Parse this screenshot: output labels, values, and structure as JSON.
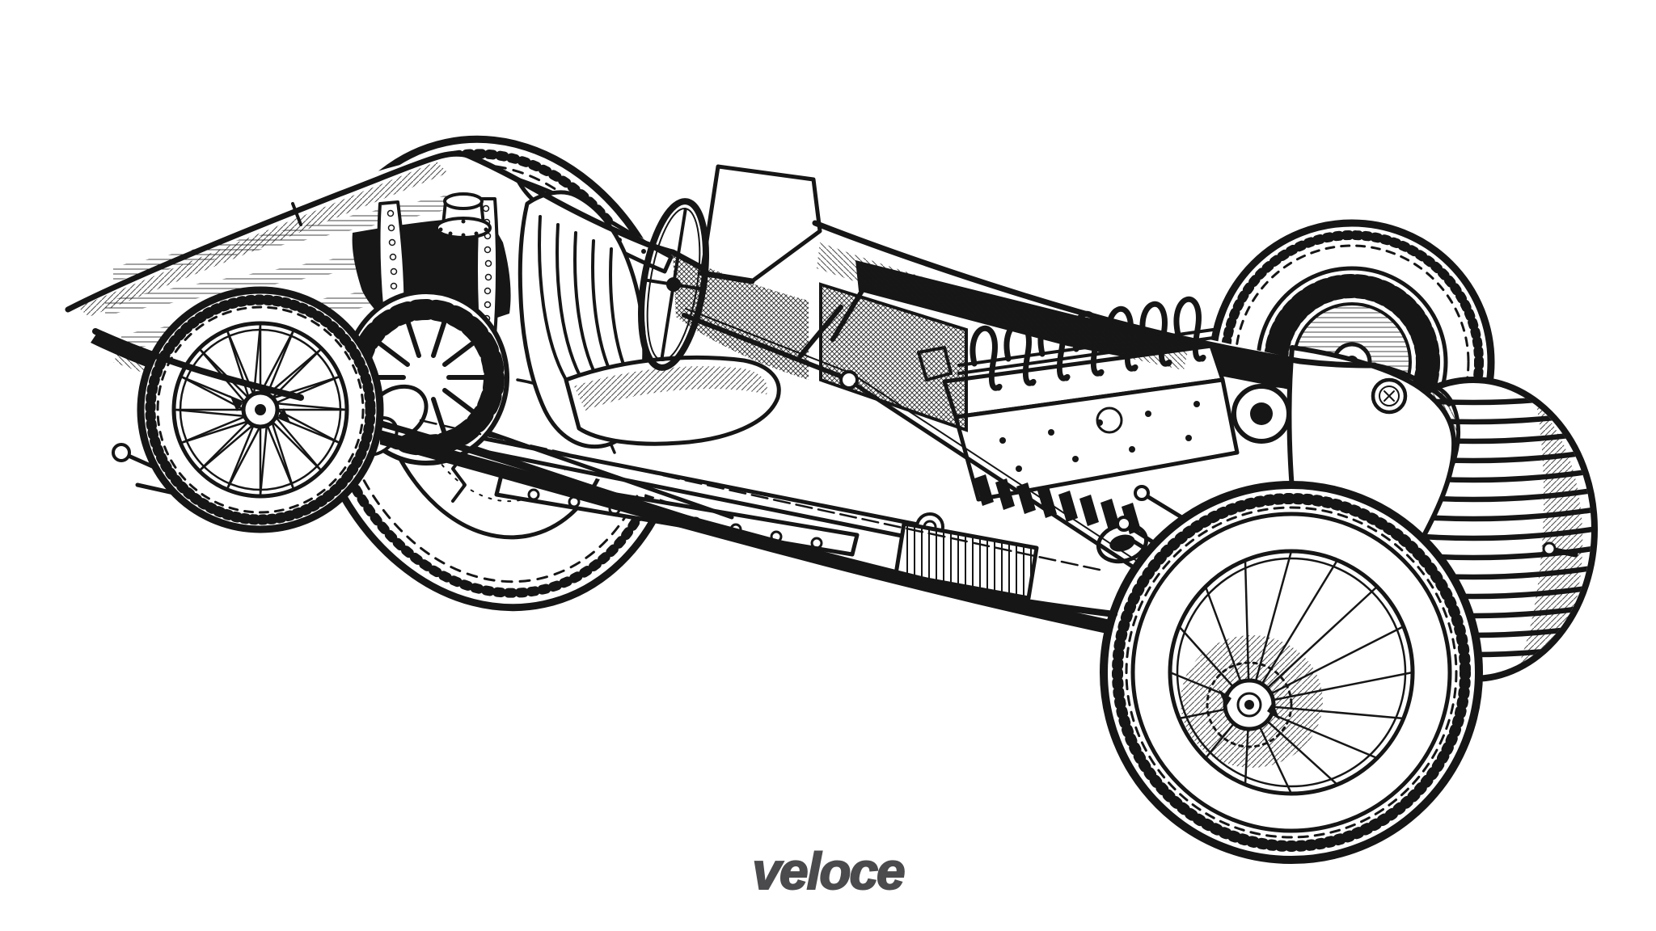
{
  "theme": {
    "background": "#ffffff",
    "ink": "#161616",
    "wordmark_color": "#4b4b4d"
  },
  "illustration": {
    "subject": "Cutaway pen-and-ink technical drawing of a vintage single-seat grand prix racing car, nose to the right, exposing engine, chassis, wire wheels, rear brake drum, cockpit seat, steering wheel and slatted radiator cowl",
    "technique": "black ink line art on white"
  },
  "footer": {
    "wordmark": "veloce"
  }
}
